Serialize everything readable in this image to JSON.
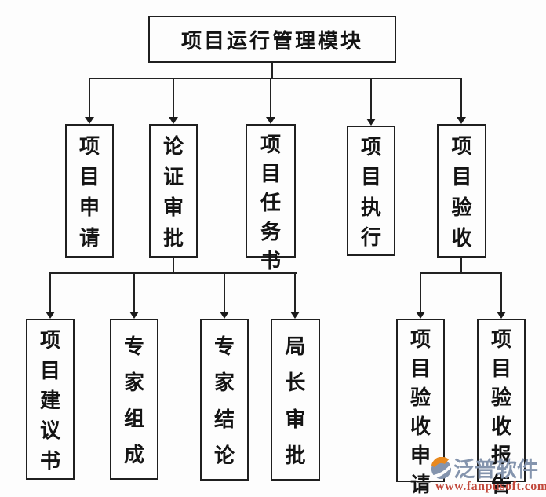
{
  "diagram": {
    "nodes": {
      "root": "项目运行管理模块",
      "project_application": "项目申请",
      "review_approval": "论证审批",
      "project_task_book": "项目任务书",
      "project_execution": "项目执行",
      "project_acceptance": "项目验收",
      "project_proposal": "项目建议书",
      "expert_composition": "专家组成",
      "expert_conclusion": "专家结论",
      "director_approval": "局长审批",
      "acceptance_application": "项目验收申请",
      "acceptance_report": "项目验收报告"
    },
    "edges": [
      [
        "root",
        "project_application"
      ],
      [
        "root",
        "review_approval"
      ],
      [
        "root",
        "project_task_book"
      ],
      [
        "root",
        "project_execution"
      ],
      [
        "root",
        "project_acceptance"
      ],
      [
        "review_approval",
        "project_proposal"
      ],
      [
        "review_approval",
        "expert_composition"
      ],
      [
        "review_approval",
        "expert_conclusion"
      ],
      [
        "review_approval",
        "director_approval"
      ],
      [
        "project_acceptance",
        "acceptance_application"
      ],
      [
        "project_acceptance",
        "acceptance_report"
      ]
    ]
  },
  "watermark": {
    "brand": "泛普软件",
    "url": "www.fanpusoft.com",
    "brand_color": "#8494ad",
    "url_color": "#c2493c",
    "logo_orange": "#e8891f",
    "logo_blue": "#8494ad"
  }
}
